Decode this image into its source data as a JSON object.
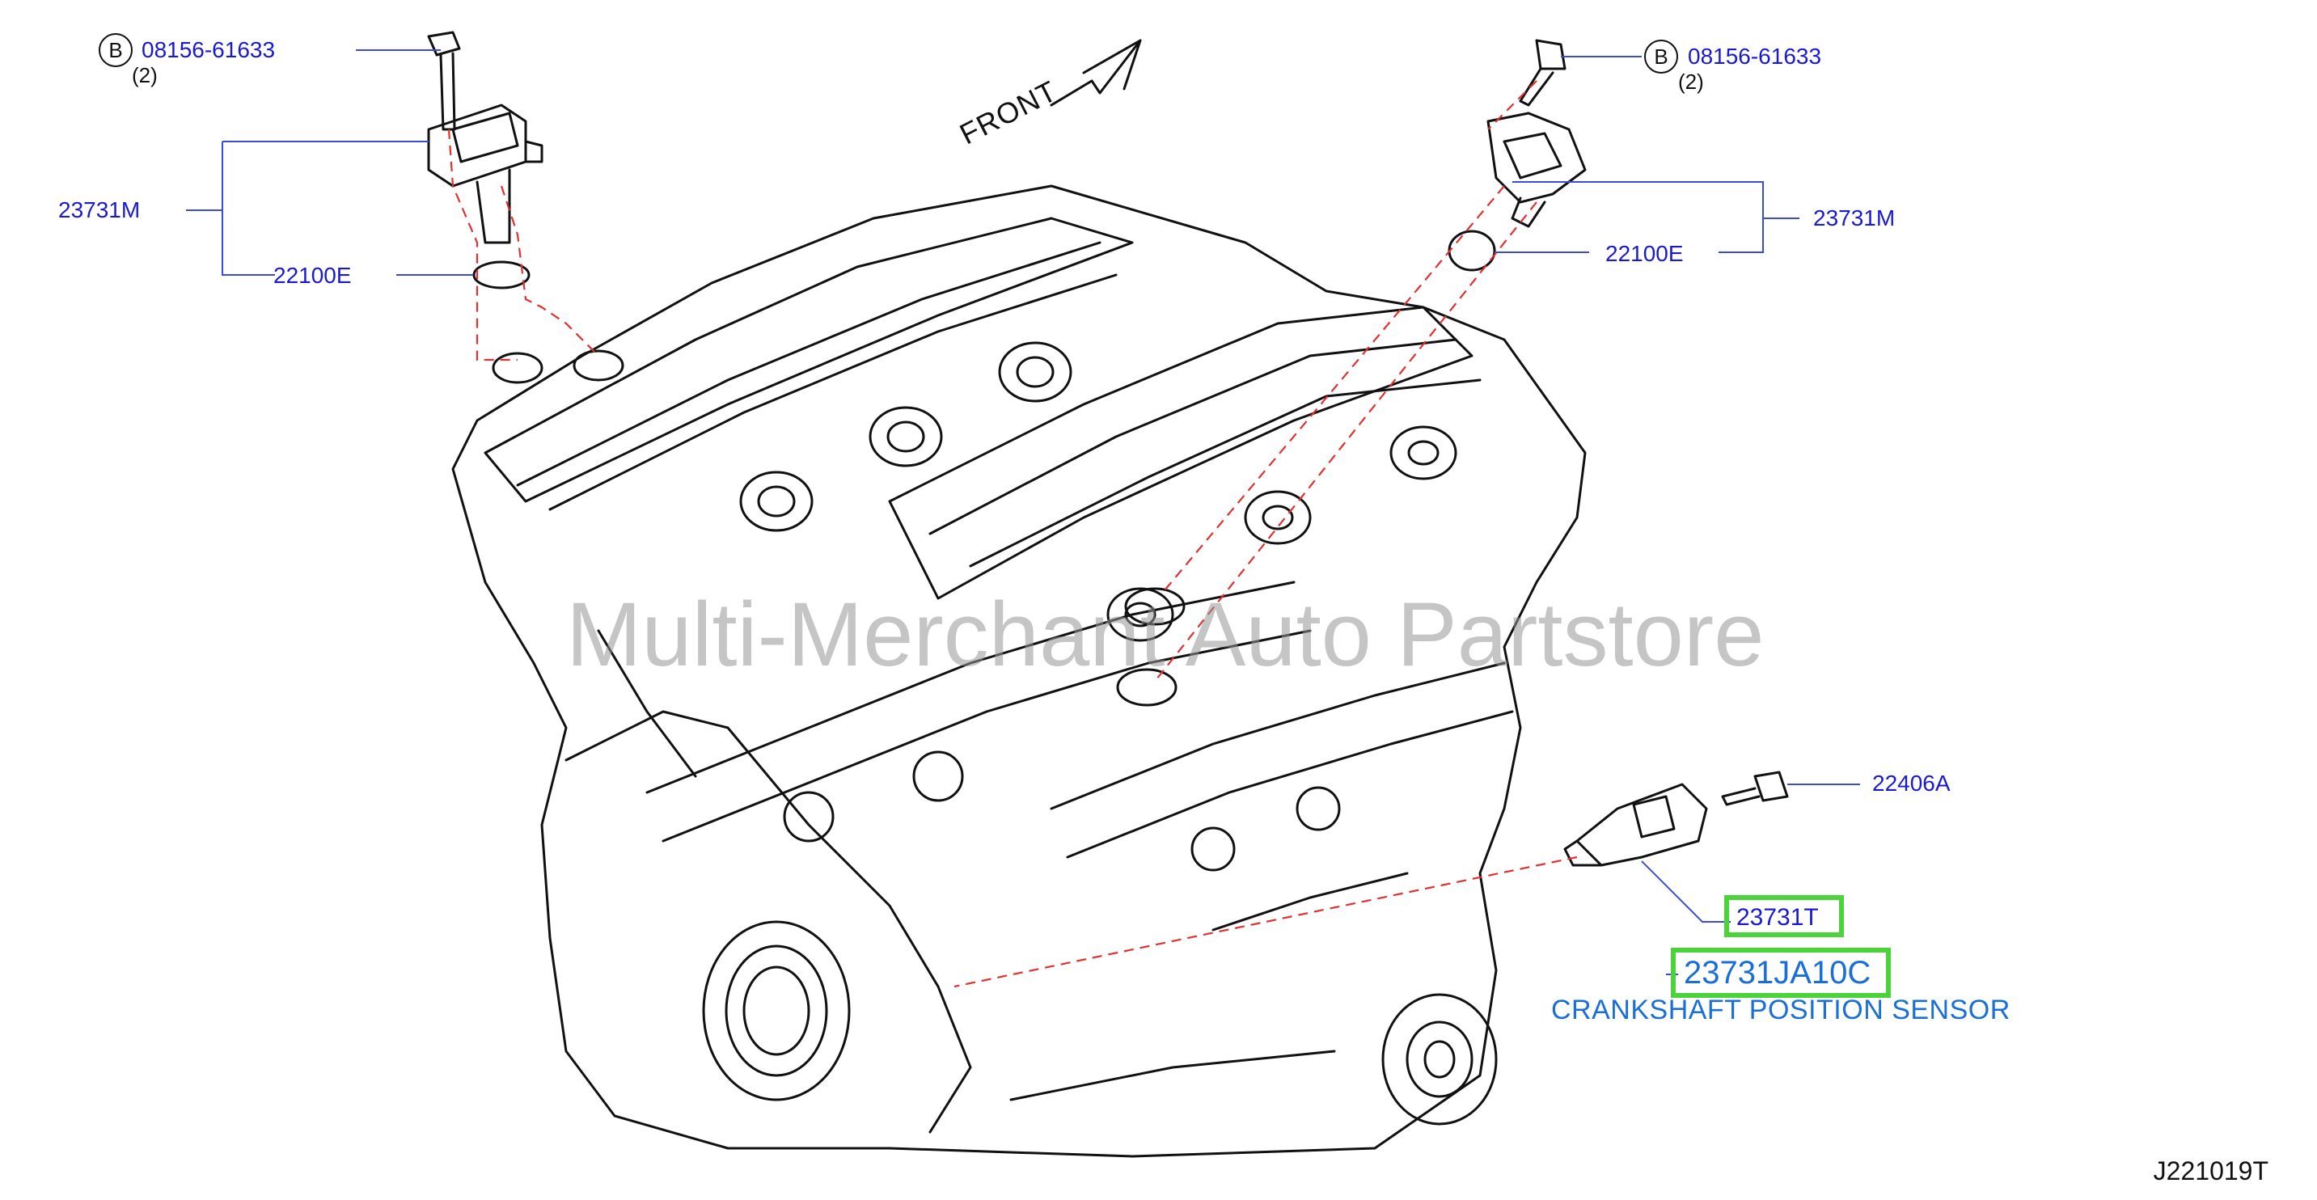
{
  "labels": {
    "bolt_left": "08156-61633",
    "bolt_left_qty": "(2)",
    "bolt_right": "08156-61633",
    "bolt_right_qty": "(2)",
    "b_marker": "B",
    "sensor_left": "23731M",
    "oring_left": "22100E",
    "sensor_right": "23731M",
    "oring_right": "22100E",
    "bolt_crank": "22406A",
    "crank_part": "23731T",
    "crank_number": "23731JA10C",
    "crank_desc": "CRANKSHAFT POSITION SENSOR",
    "front": "FRONT",
    "diagram_code": "J221019T",
    "watermark": "Multi-Merchant Auto Partstore"
  },
  "colors": {
    "label_blue": "#1a1ad0",
    "desc_blue": "#1a6fd6",
    "highlight_green": "#4cd23a",
    "leader_red": "#e0312e"
  }
}
